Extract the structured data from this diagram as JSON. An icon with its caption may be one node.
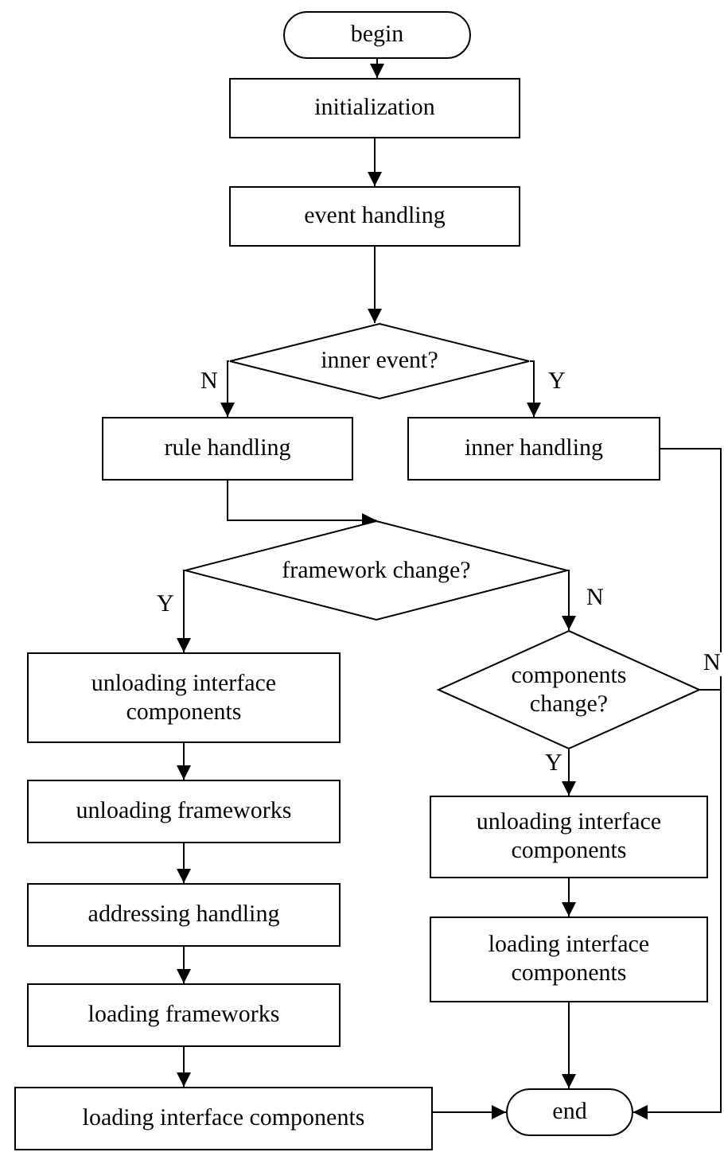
{
  "diagram": {
    "nodes": [
      {
        "text": [
          "begin"
        ]
      },
      {
        "text": [
          "initialization"
        ]
      },
      {
        "text": [
          "event handling"
        ]
      },
      {
        "text": [
          "inner event?"
        ]
      },
      {
        "text": [
          "rule handling"
        ]
      },
      {
        "text": [
          "inner handling"
        ]
      },
      {
        "text": [
          "framework change?"
        ]
      },
      {
        "text": [
          "unloading interface components"
        ]
      },
      {
        "text": [
          "components change?"
        ]
      },
      {
        "text": [
          "unloading frameworks"
        ]
      },
      {
        "text": [
          "addressing handling"
        ]
      },
      {
        "text": [
          "loading frameworks"
        ]
      },
      {
        "text": [
          "loading interface components"
        ]
      },
      {
        "text": [
          "unloading interface components"
        ]
      },
      {
        "text": [
          "loading interface components"
        ]
      },
      {
        "text": [
          "end"
        ]
      }
    ],
    "edges": [
      {
        "from": 0,
        "to": 1,
        "arrow": "to"
      },
      {
        "from": 1,
        "to": 2,
        "arrow": "to"
      },
      {
        "from": 2,
        "to": 3,
        "arrow": "to"
      },
      {
        "from": 3,
        "to": 4,
        "arrow": "to",
        "label": "N"
      },
      {
        "from": 3,
        "to": 5,
        "arrow": "to",
        "label": "Y"
      },
      {
        "from": 4,
        "to": 6,
        "arrow": "to"
      },
      {
        "from": 5,
        "to": 15,
        "arrow": "to"
      },
      {
        "from": 6,
        "to": 7,
        "arrow": "to",
        "label": "Y"
      },
      {
        "from": 6,
        "to": 8,
        "arrow": "to",
        "label": "N"
      },
      {
        "from": 8,
        "to": 13,
        "arrow": "to",
        "label": "Y"
      },
      {
        "from": 8,
        "to": 15,
        "arrow": "to",
        "label": "N"
      },
      {
        "from": 7,
        "to": 9,
        "arrow": "to"
      },
      {
        "from": 9,
        "to": 10,
        "arrow": "to"
      },
      {
        "from": 10,
        "to": 11,
        "arrow": "to"
      },
      {
        "from": 11,
        "to": 12,
        "arrow": "to"
      },
      {
        "from": 12,
        "to": 15,
        "arrow": "to"
      },
      {
        "from": 13,
        "to": 14,
        "arrow": "to"
      },
      {
        "from": 14,
        "to": 15,
        "arrow": "to"
      }
    ]
  }
}
